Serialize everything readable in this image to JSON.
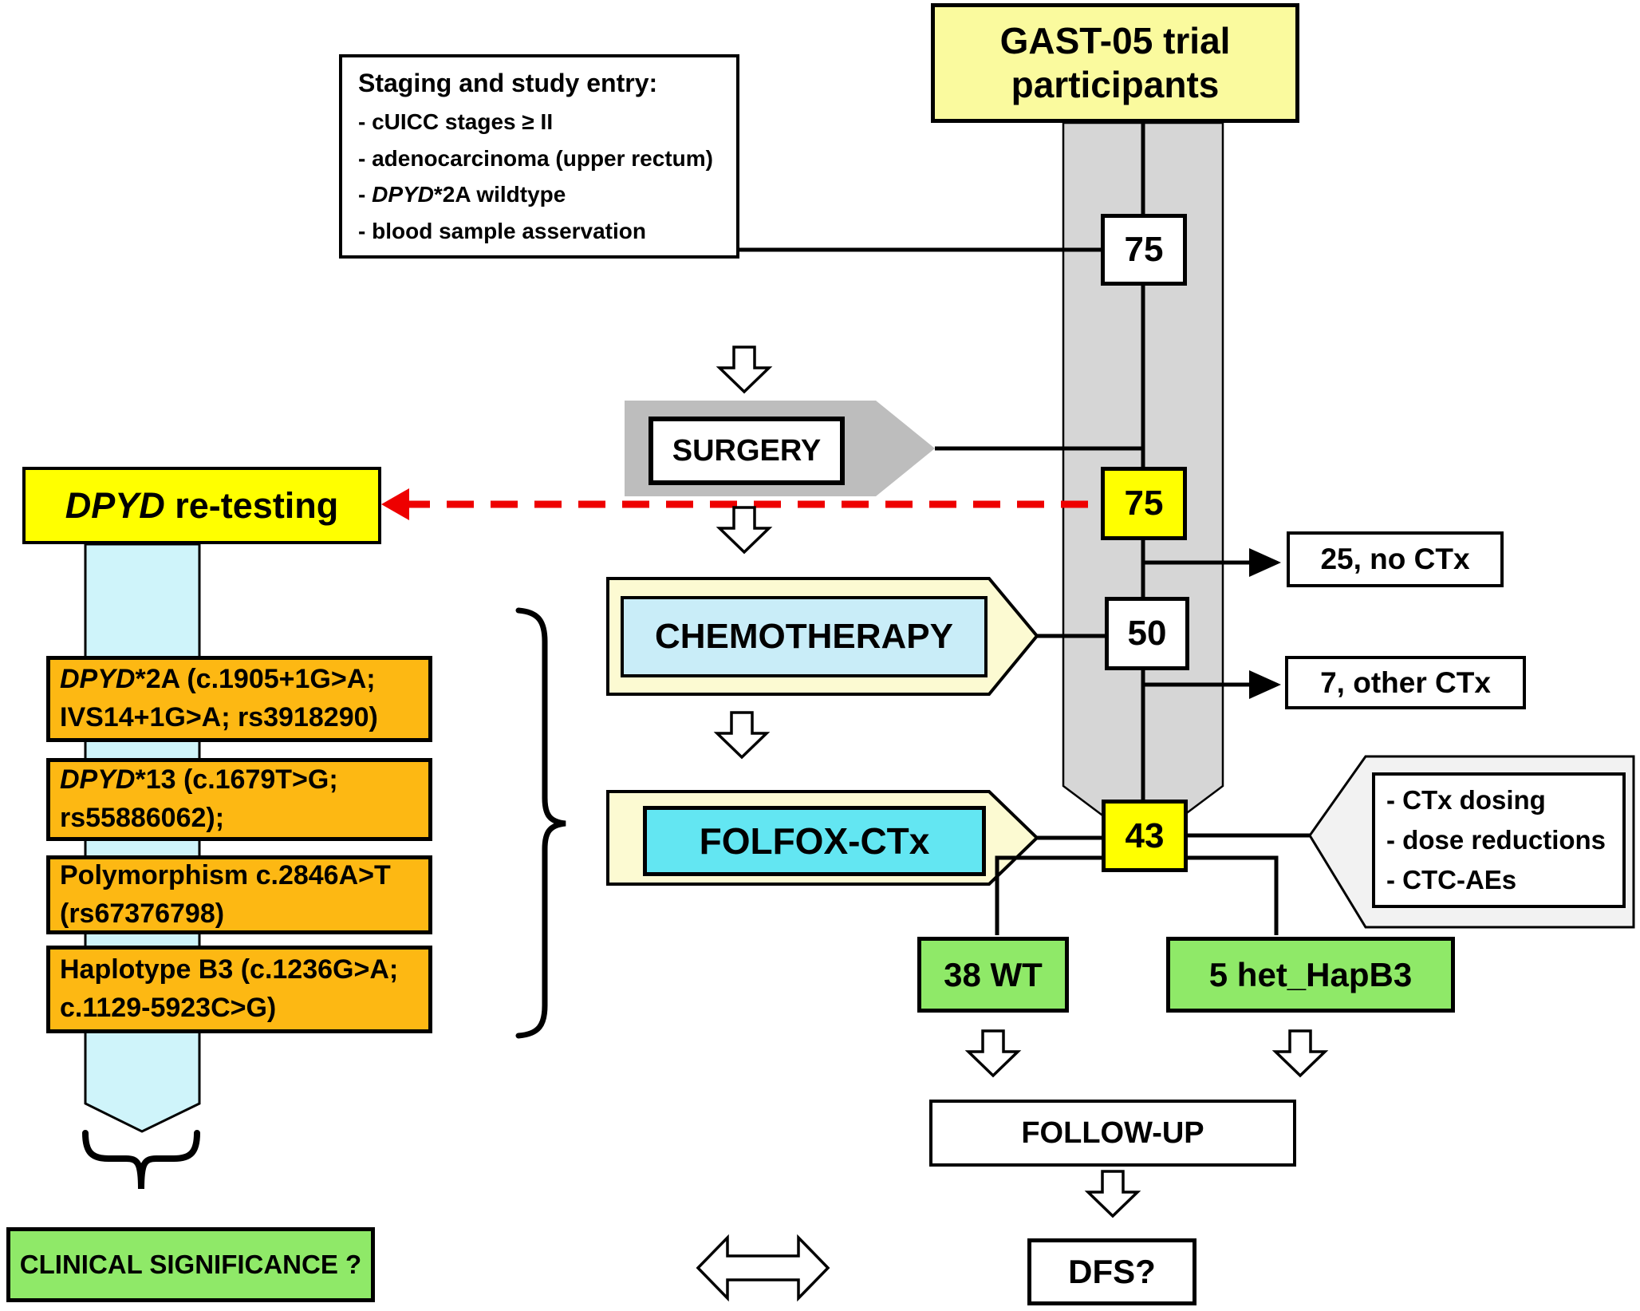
{
  "colors": {
    "pale_yellow": "#FAFA9E",
    "bright_yellow": "#FFFF00",
    "cream": "#FCFAD2",
    "pale_cyan": "#C9EDF8",
    "bright_cyan": "#63E6F2",
    "band_cyan": "#CFF4FA",
    "orange": "#FDB813",
    "green": "#8FE968",
    "gray_band": "#D6D6D6",
    "gray_arrow": "#BDBDBD",
    "callout_gray": "#F2F2F2",
    "red": "#EE0000"
  },
  "gast": {
    "line1": "GAST-05 trial",
    "line2": "participants"
  },
  "staging": {
    "title": "Staging and study entry:",
    "items": [
      {
        "pre": "- cUICC stages ≥ II"
      },
      {
        "pre": "- adenocarcinoma (upper rectum)"
      },
      {
        "pre": "- ",
        "it": "DPYD",
        "post": "*2A wildtype"
      },
      {
        "pre": "- blood sample asservation"
      }
    ]
  },
  "surgery": {
    "label": "SURGERY"
  },
  "chemo": {
    "label": "CHEMOTHERAPY"
  },
  "folfox": {
    "label": "FOLFOX-CTx"
  },
  "counts": {
    "enrolled": "75",
    "post_surgery": "75",
    "chemo": "50",
    "folfox": "43"
  },
  "branches": {
    "no_ctx": "25, no CTx",
    "other_ctx": "7, other CTx"
  },
  "retest": {
    "it": "DPYD",
    "post": " re-testing"
  },
  "variants": [
    {
      "line1": {
        "it": "DPYD",
        "post": "*2A (c.1905+1G>A;"
      },
      "line2": "IVS14+1G>A; rs3918290)"
    },
    {
      "line1": {
        "post": "DPYD*13 (c.1679T>G;",
        "it": "DPYD",
        "rest": "*13 (c.1679T>G;"
      },
      "line2": "rs55886062);"
    },
    {
      "line1": {
        "post": "Polymorphism c.2846A>T"
      },
      "line2": "(rs67376798)"
    },
    {
      "line1": {
        "post": "Haplotype B3 (c.1236G>A;"
      },
      "line2": "c.1129-5923C>G)"
    }
  ],
  "variant2_line1": {
    "it": "DPYD",
    "post": "*13 (c.1679T>G;"
  },
  "callout": {
    "items": [
      "- CTx dosing",
      "- dose reductions",
      "- CTC-AEs"
    ]
  },
  "genotype": {
    "wt": "38 WT",
    "hapb3": "5 het_HapB3"
  },
  "followup": {
    "label": "FOLLOW-UP"
  },
  "dfs": {
    "label": "DFS?"
  },
  "clinical": {
    "label": "CLINICAL SIGNIFICANCE ?"
  }
}
